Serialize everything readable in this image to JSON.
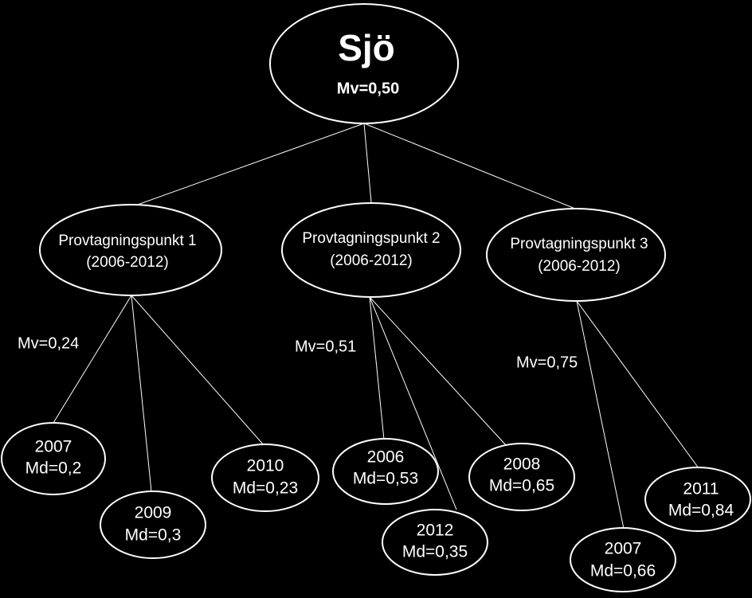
{
  "root": {
    "title": "Sjö",
    "mean": "Mv=0,50"
  },
  "sampling_points": [
    {
      "name": "Provtagningspunkt 1",
      "period": "(2006-2012)",
      "mean": "Mv=0,24",
      "years": [
        {
          "year": "2007",
          "median": "Md=0,2"
        },
        {
          "year": "2009",
          "median": "Md=0,3"
        },
        {
          "year": "2010",
          "median": "Md=0,23"
        }
      ]
    },
    {
      "name": "Provtagningspunkt 2",
      "period": "(2006-2012)",
      "mean": "Mv=0,51",
      "years": [
        {
          "year": "2006",
          "median": "Md=0,53"
        },
        {
          "year": "2012",
          "median": "Md=0,35"
        },
        {
          "year": "2008",
          "median": "Md=0,65"
        }
      ]
    },
    {
      "name": "Provtagningspunkt 3",
      "period": "(2006-2012)",
      "mean": "Mv=0,75",
      "years": [
        {
          "year": "2007",
          "median": "Md=0,66"
        },
        {
          "year": "2011",
          "median": "Md=0,84"
        }
      ]
    }
  ],
  "colors": {
    "background": "#000000",
    "foreground": "#ffffff"
  }
}
